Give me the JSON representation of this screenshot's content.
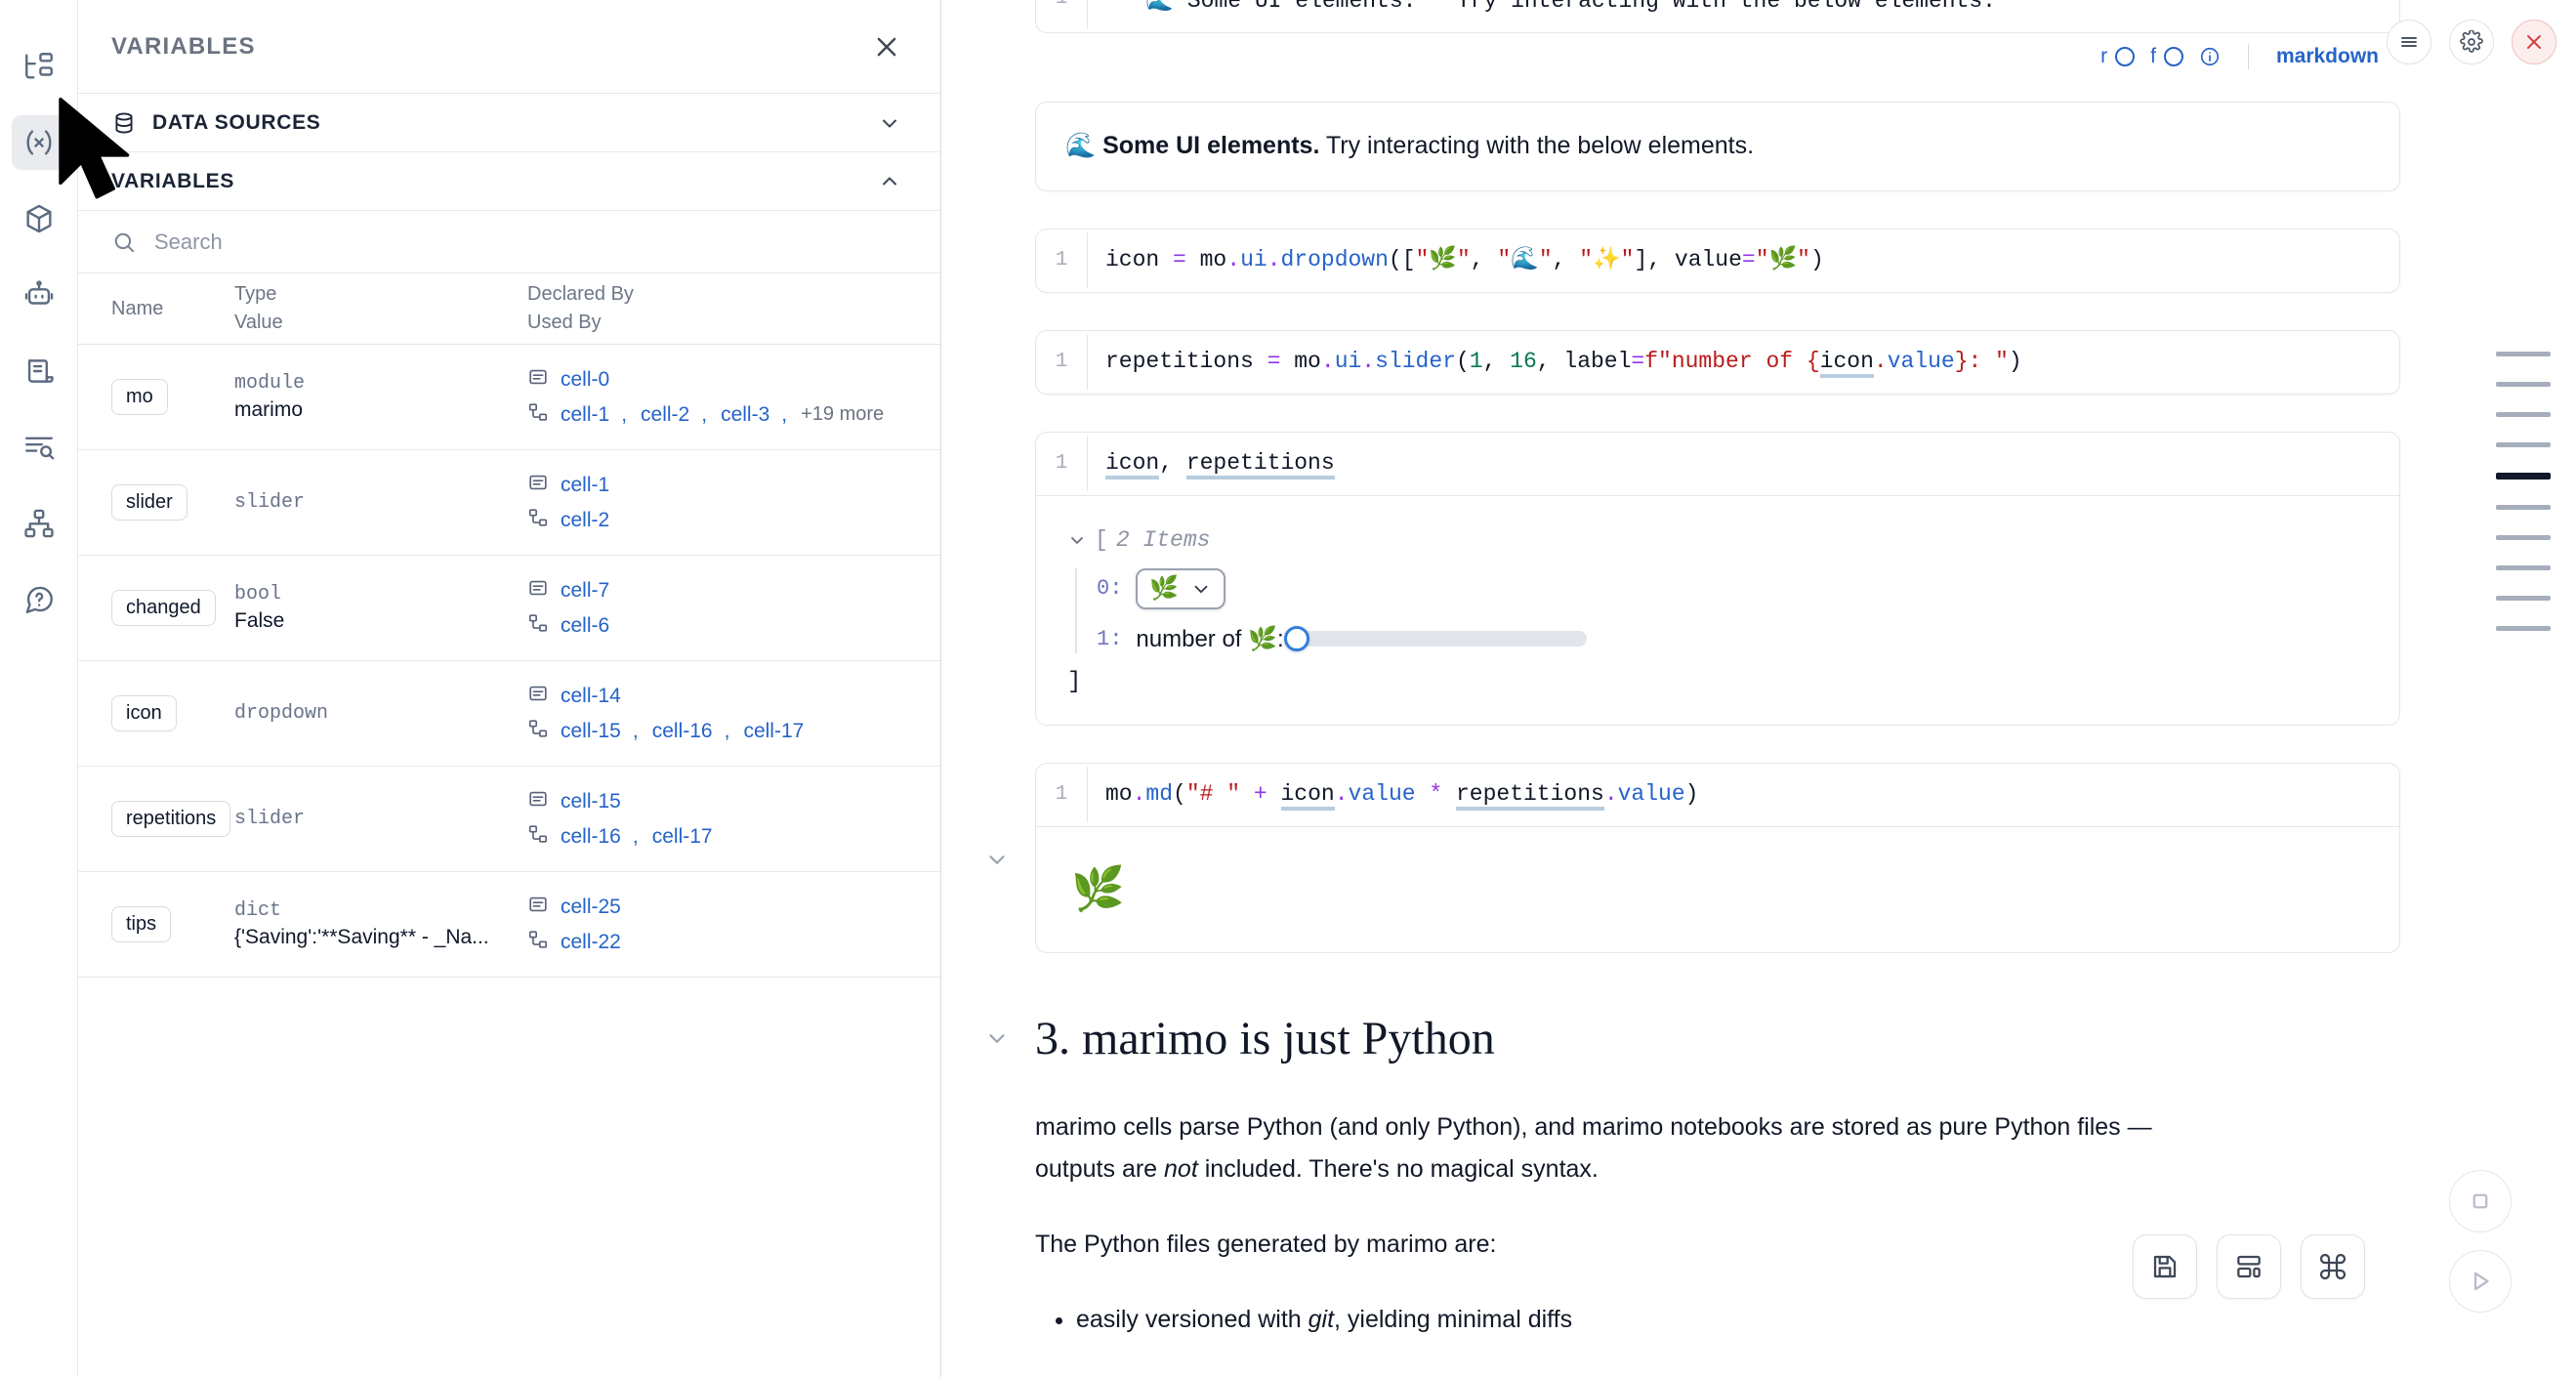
{
  "rail": {
    "items": [
      {
        "name": "file-explorer-icon",
        "title": "File explorer"
      },
      {
        "name": "variables-icon",
        "title": "Variables"
      },
      {
        "name": "packages-icon",
        "title": "Packages"
      },
      {
        "name": "ai-assistant-icon",
        "title": "AI assistant"
      },
      {
        "name": "documentation-icon",
        "title": "Documentation"
      },
      {
        "name": "logs-icon",
        "title": "Logs"
      },
      {
        "name": "dependency-graph-icon",
        "title": "Dependency graph"
      },
      {
        "name": "help-icon",
        "title": "Help"
      }
    ],
    "active_index": 1
  },
  "panel": {
    "title": "VARIABLES",
    "close_label": "×",
    "sections": [
      {
        "label": "DATA SOURCES",
        "expanded": false
      },
      {
        "label": "VARIABLES",
        "expanded": true
      }
    ],
    "search": {
      "placeholder": "Search",
      "value": ""
    },
    "columns": {
      "name": "Name",
      "type": "Type",
      "value": "Value",
      "declared_by": "Declared By",
      "used_by": "Used By"
    },
    "rows": [
      {
        "name": "mo",
        "type": "module",
        "value": "marimo",
        "declared_by": [
          "cell-0"
        ],
        "used_by": [
          "cell-1",
          "cell-2",
          "cell-3"
        ],
        "used_by_more": "+19 more"
      },
      {
        "name": "slider",
        "type": "slider",
        "value": "",
        "declared_by": [
          "cell-1"
        ],
        "used_by": [
          "cell-2"
        ],
        "used_by_more": ""
      },
      {
        "name": "changed",
        "type": "bool",
        "value": "False",
        "declared_by": [
          "cell-7"
        ],
        "used_by": [
          "cell-6"
        ],
        "used_by_more": ""
      },
      {
        "name": "icon",
        "type": "dropdown",
        "value": "",
        "declared_by": [
          "cell-14"
        ],
        "used_by": [
          "cell-15",
          "cell-16",
          "cell-17"
        ],
        "used_by_more": ""
      },
      {
        "name": "repetitions",
        "type": "slider",
        "value": "",
        "declared_by": [
          "cell-15"
        ],
        "used_by": [
          "cell-16",
          "cell-17"
        ],
        "used_by_more": ""
      },
      {
        "name": "tips",
        "type": "dict",
        "value": "{'Saving':'**Saving** - _Na...",
        "declared_by": [
          "cell-25"
        ],
        "used_by": [
          "cell-22"
        ],
        "used_by_more": ""
      }
    ]
  },
  "notebook": {
    "top_cut_cell": {
      "line_number": "1",
      "code": "\"\"\"🌊 Some UI elements.\"\" Try interacting with the below elements."
    },
    "toolbar": {
      "ref_label": "r",
      "fn_label": "f",
      "info_label": "ⓘ",
      "language": "markdown",
      "menu_icon": "hamburger-icon",
      "settings_icon": "gear-icon",
      "close_icon": "close-icon"
    },
    "markdown_output": {
      "emoji": "🌊",
      "bold_text": "Some UI elements.",
      "rest_text": " Try interacting with the below elements."
    },
    "cells": [
      {
        "line_number": "1",
        "code": "icon = mo.ui.dropdown([\"🌿\", \"🌊\", \"✨\"], value=\"🌿\")"
      },
      {
        "line_number": "1",
        "code": "repetitions = mo.ui.slider(1, 16, label=f\"number of {icon.value}: \")"
      },
      {
        "line_number": "1",
        "code": "icon, repetitions"
      },
      {
        "line_number": "1",
        "code": "mo.md(\"# \" + icon.value * repetitions.value)"
      }
    ],
    "list_output": {
      "bracket_open": "[",
      "items_label": "2 Items",
      "bracket_close": "]",
      "index_0": "0:",
      "dropdown_value": "🌿",
      "index_1": "1:",
      "slider_label": "number of 🌿:",
      "slider_value": 1,
      "slider_min": 1,
      "slider_max": 16
    },
    "emoji_output": "🌿",
    "section": {
      "title": "3. marimo is just Python",
      "paragraph_1_a": "marimo cells parse Python (and only Python), and marimo notebooks are stored as pure Python files — outputs are ",
      "paragraph_1_italic": "not",
      "paragraph_1_b": " included. There's no magical syntax.",
      "paragraph_2": "The Python files generated by marimo are:",
      "bullets": [
        {
          "text_a": "easily versioned with ",
          "italic": "git",
          "text_b": ", yielding minimal diffs"
        }
      ]
    }
  },
  "minimap": {
    "bars": [
      {
        "active": false
      },
      {
        "active": false
      },
      {
        "active": false
      },
      {
        "active": false
      },
      {
        "active": true
      },
      {
        "active": false
      },
      {
        "active": false
      },
      {
        "active": false
      },
      {
        "active": false
      },
      {
        "active": false
      }
    ]
  },
  "action_bar": {
    "buttons": [
      {
        "name": "save-button",
        "icon": "save-icon"
      },
      {
        "name": "layout-button",
        "icon": "layout-icon"
      },
      {
        "name": "command-palette-button",
        "icon": "command-icon"
      }
    ],
    "run_controls": [
      {
        "name": "stop-button",
        "icon": "stop-icon"
      },
      {
        "name": "run-all-button",
        "icon": "play-icon"
      }
    ]
  },
  "colors": {
    "link": "#2563c9",
    "accent_blue": "#2f7fe0",
    "panel_border": "#d8dce3",
    "danger": "#d14343"
  }
}
